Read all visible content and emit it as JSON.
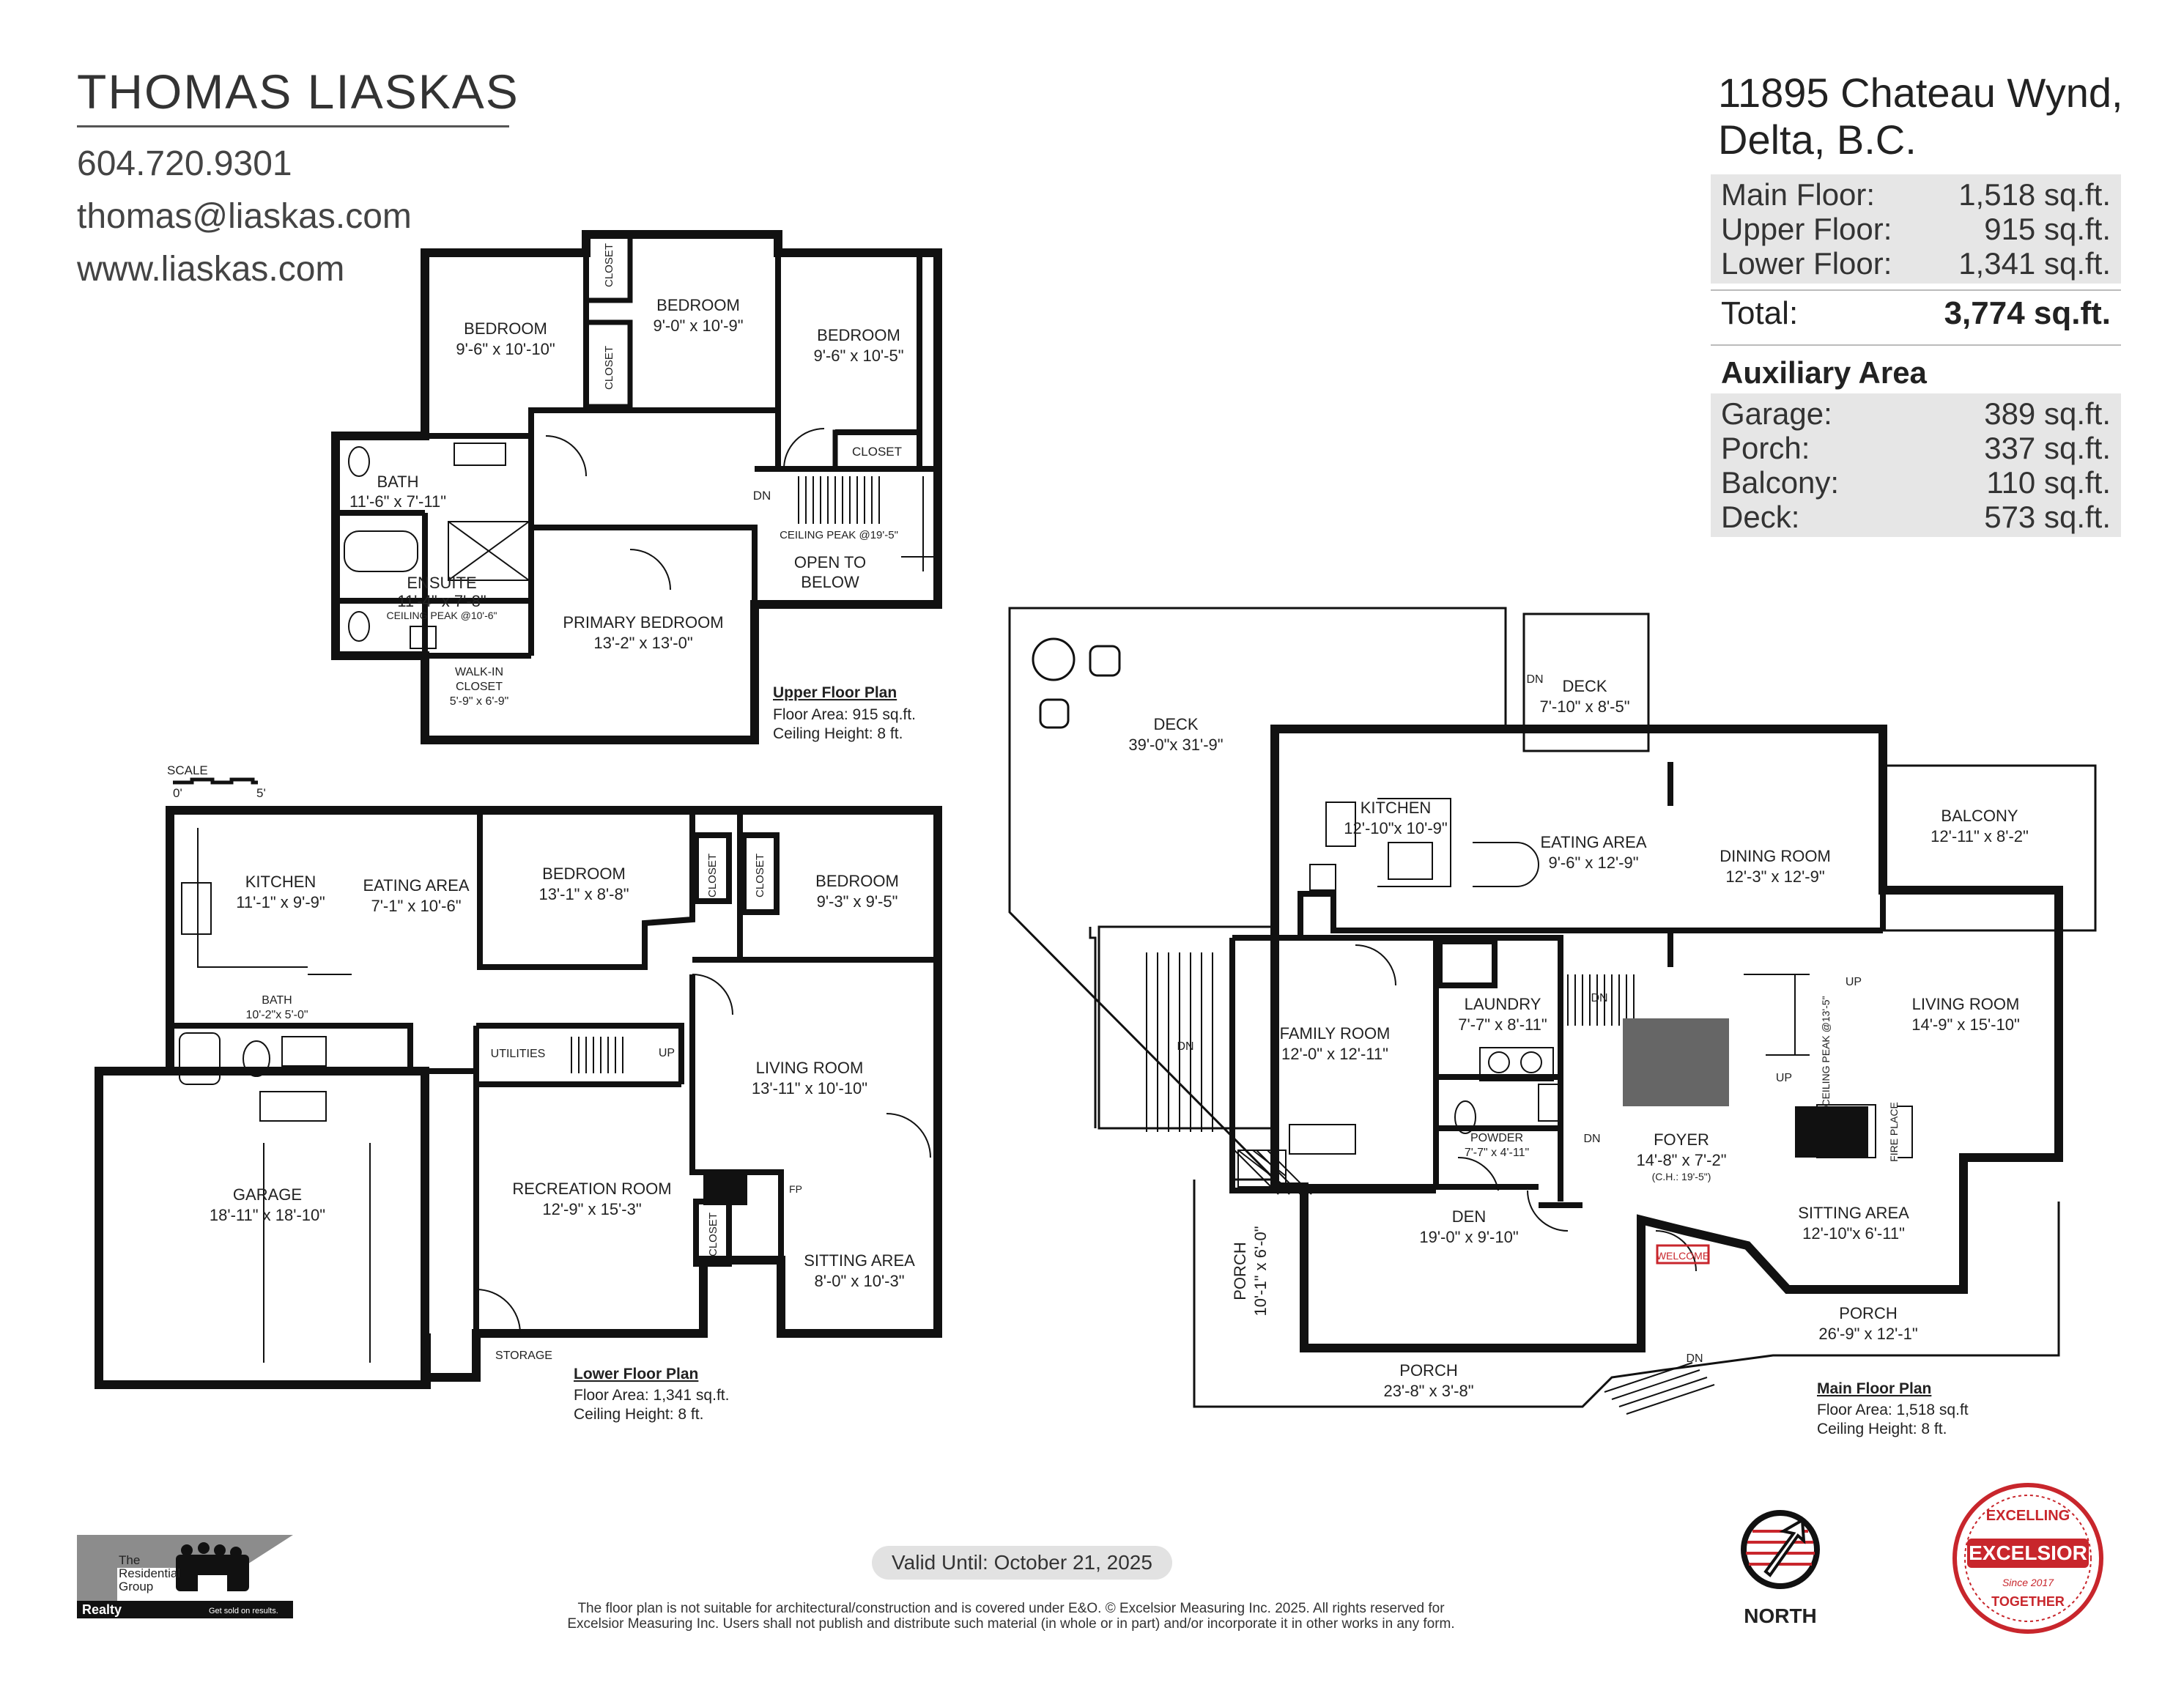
{
  "agent": {
    "name": "THOMAS LIASKAS",
    "phone": "604.720.9301",
    "email": "thomas@liaskas.com",
    "website": "www.liaskas.com"
  },
  "property": {
    "address_line1": "11895 Chateau Wynd,",
    "address_line2": "Delta, B.C."
  },
  "areas": {
    "main": {
      "label": "Main Floor:",
      "value": "1,518 sq.ft."
    },
    "upper": {
      "label": "Upper Floor:",
      "value": "915 sq.ft."
    },
    "lower": {
      "label": "Lower Floor:",
      "value": "1,341 sq.ft."
    },
    "total": {
      "label": "Total:",
      "value": "3,774 sq.ft."
    }
  },
  "auxiliary": {
    "heading": "Auxiliary Area",
    "garage": {
      "label": "Garage:",
      "value": "389 sq.ft."
    },
    "porch": {
      "label": "Porch:",
      "value": "337 sq.ft."
    },
    "balcony": {
      "label": "Balcony:",
      "value": "110 sq.ft."
    },
    "deck": {
      "label": "Deck:",
      "value": "573 sq.ft."
    }
  },
  "upper_plan": {
    "title": "Upper Floor Plan",
    "floor_area": "Floor Area: 915 sq.ft.",
    "ceiling": "Ceiling Height: 8 ft.",
    "rooms": {
      "bedroom1": {
        "name": "BEDROOM",
        "dim": "9'-6\" x 10'-10\""
      },
      "bedroom2": {
        "name": "BEDROOM",
        "dim": "9'-0\" x 10'-9\""
      },
      "bedroom3": {
        "name": "BEDROOM",
        "dim": "9'-6\" x 10'-5\""
      },
      "bath": {
        "name": "BATH",
        "dim": "11'-6\" x 7'-11\""
      },
      "ensuite": {
        "name": "ENSUITE",
        "dim": "11'-4\" x 7'-8\"",
        "note": "CEILING PEAK @10'-6\""
      },
      "primary": {
        "name": "PRIMARY BEDROOM",
        "dim": "13'-2\" x 13'-0\""
      },
      "walkin": {
        "name1": "WALK-IN",
        "name2": "CLOSET",
        "dim": "5'-9\" x 6'-9\""
      },
      "open": {
        "name1": "OPEN TO",
        "name2": "BELOW"
      },
      "peak": "CEILING PEAK @19'-5\"",
      "closet": "CLOSET",
      "dn": "DN"
    }
  },
  "lower_plan": {
    "title": "Lower Floor Plan",
    "floor_area": "Floor Area: 1,341 sq.ft.",
    "ceiling": "Ceiling Height: 8 ft.",
    "scale": "SCALE",
    "scale0": "0'",
    "scale5": "5'",
    "rooms": {
      "kitchen": {
        "name": "KITCHEN",
        "dim": "11'-1\" x 9'-9\""
      },
      "eating": {
        "name": "EATING AREA",
        "dim": "7'-1\" x 10'-6\""
      },
      "bedroom1": {
        "name": "BEDROOM",
        "dim": "13'-1\" x 8'-8\""
      },
      "bedroom2": {
        "name": "BEDROOM",
        "dim": "9'-3\" x 9'-5\""
      },
      "bath": {
        "name": "BATH",
        "dim": "10'-2\"x 5'-0\""
      },
      "utilities": "UTILITIES",
      "up": "UP",
      "living": {
        "name": "LIVING ROOM",
        "dim": "13'-11\" x 10'-10\""
      },
      "garage": {
        "name": "GARAGE",
        "dim": "18'-11\" x 18'-10\""
      },
      "recreation": {
        "name": "RECREATION ROOM",
        "dim": "12'-9\" x 15'-3\""
      },
      "sitting": {
        "name": "SITTING AREA",
        "dim": "8'-0\" x 10'-3\""
      },
      "storage": "STORAGE",
      "fp": "FP",
      "closet": "CLOSET"
    }
  },
  "main_plan": {
    "title": "Main Floor Plan",
    "floor_area": "Floor Area: 1,518 sq.ft",
    "ceiling": "Ceiling Height: 8 ft.",
    "rooms": {
      "deck1": {
        "name": "DECK",
        "dim": "39'-0\"x 31'-9\""
      },
      "deck2": {
        "name": "DECK",
        "dim": "7'-10\" x 8'-5\""
      },
      "kitchen": {
        "name": "KITCHEN",
        "dim": "12'-10\"x 10'-9\""
      },
      "eating": {
        "name": "EATING AREA",
        "dim": "9'-6\" x 12'-9\""
      },
      "dining": {
        "name": "DINING ROOM",
        "dim": "12'-3\" x 12'-9\""
      },
      "balcony": {
        "name": "BALCONY",
        "dim": "12'-11\" x 8'-2\""
      },
      "family": {
        "name": "FAMILY ROOM",
        "dim": "12'-0\" x 12'-11\""
      },
      "laundry": {
        "name": "LAUNDRY",
        "dim": "7'-7\" x 8'-11\""
      },
      "living": {
        "name": "LIVING ROOM",
        "dim": "14'-9\" x 15'-10\""
      },
      "powder": {
        "name": "POWDER",
        "dim": "7'-7\" x 4'-11\""
      },
      "foyer": {
        "name": "FOYER",
        "dim": "14'-8\" x 7'-2\"",
        "note": "(C.H.: 19'-5\")"
      },
      "sitting": {
        "name": "SITTING AREA",
        "dim": "12'-10\"x 6'-11\""
      },
      "porch_side": {
        "name": "PORCH",
        "dim": "10'-1\" x 6'-0\""
      },
      "den": {
        "name": "DEN",
        "dim": "19'-0\" x 9'-10\""
      },
      "porch_front": {
        "name": "PORCH",
        "dim": "23'-8\" x 3'-8\""
      },
      "porch_right": {
        "name": "PORCH",
        "dim": "26'-9\" x 12'-1\""
      },
      "welcome": "WELCOME",
      "fireplace": "FIRE PLACE",
      "peak": "CEILING PEAK @13'-5\"",
      "dn": "DN",
      "up": "UP"
    }
  },
  "footer": {
    "valid": "Valid Until: October 21, 2025",
    "disclaimer1": "The floor plan is not suitable for architectural/construction and is covered under E&O. © Excelsior Measuring Inc. 2025. All rights reserved for",
    "disclaimer2": "Excelsior Measuring Inc. Users shall not publish and distribute such material (in whole or in part) and/or incorporate it in other works in any form.",
    "north": "NORTH",
    "trg1": "The",
    "trg2": "Residential",
    "trg3": "Group",
    "trg_realty": "Realty",
    "trg_tag": "Get sold on results.",
    "seal_top": "EXCELLING",
    "seal_mid": "EXCELSIOR",
    "seal_since": "Since 2017",
    "seal_bottom": "TOGETHER"
  },
  "colors": {
    "accent_red": "#c8262c",
    "wall": "#111111",
    "panel": "#e6e6e6"
  }
}
